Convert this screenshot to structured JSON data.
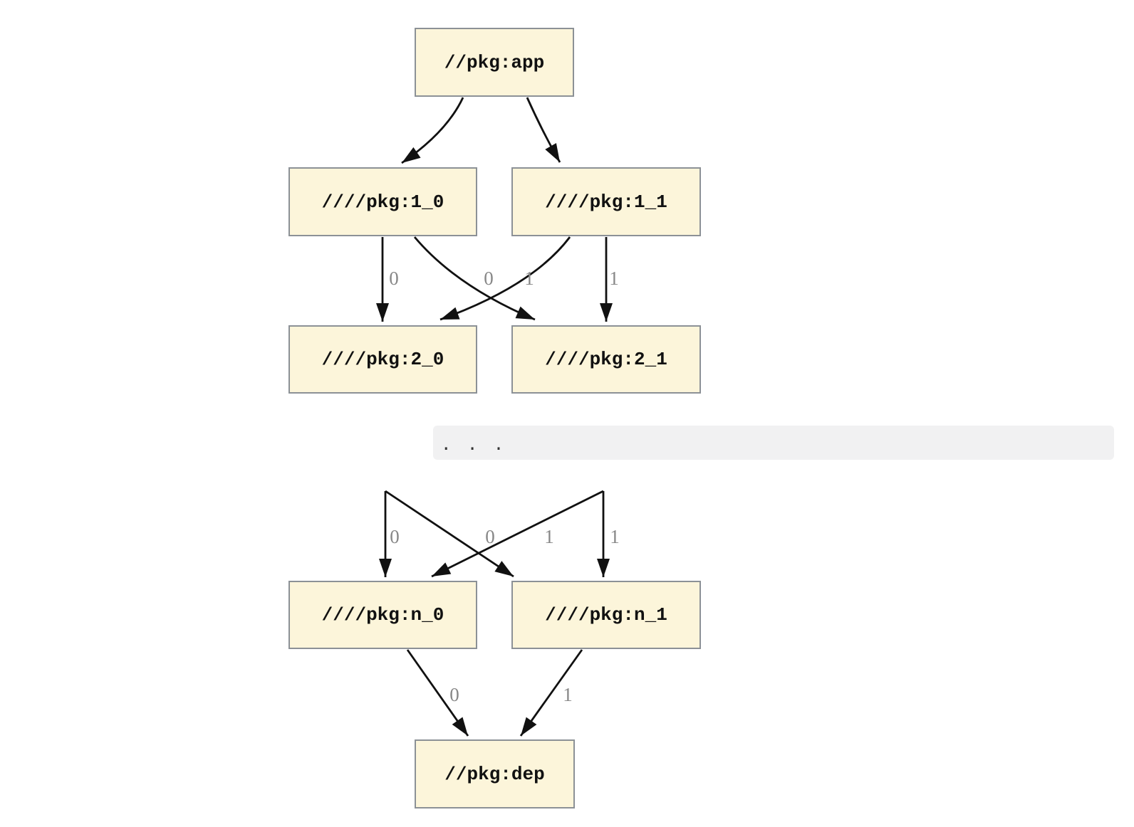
{
  "diagram": {
    "type": "dependency-graph",
    "nodes": [
      {
        "id": "app",
        "label": "//pkg:app"
      },
      {
        "id": "1_0",
        "label": "////pkg:1_0"
      },
      {
        "id": "1_1",
        "label": "////pkg:1_1"
      },
      {
        "id": "2_0",
        "label": "////pkg:2_0"
      },
      {
        "id": "2_1",
        "label": "////pkg:2_1"
      },
      {
        "id": "n_0",
        "label": "////pkg:n_0"
      },
      {
        "id": "n_1",
        "label": "////pkg:n_1"
      },
      {
        "id": "dep",
        "label": "//pkg:dep"
      }
    ],
    "separator": {
      "text": ". . ."
    },
    "edges": [
      {
        "from": "app",
        "to": "1_0",
        "label": ""
      },
      {
        "from": "app",
        "to": "1_1",
        "label": ""
      },
      {
        "from": "1_0",
        "to": "2_0",
        "label": "0"
      },
      {
        "from": "1_0",
        "to": "2_1",
        "label": "1"
      },
      {
        "from": "1_1",
        "to": "2_0",
        "label": "0"
      },
      {
        "from": "1_1",
        "to": "2_1",
        "label": "1"
      },
      {
        "from": "...",
        "to": "n_0",
        "label": "0"
      },
      {
        "from": "...",
        "to": "n_1",
        "label": "1"
      },
      {
        "from": "...",
        "to": "n_0",
        "label": "0"
      },
      {
        "from": "...",
        "to": "n_1",
        "label": "1"
      },
      {
        "from": "n_0",
        "to": "dep",
        "label": "0"
      },
      {
        "from": "n_1",
        "to": "dep",
        "label": "1"
      }
    ],
    "colors": {
      "node_fill": "#fcf5da",
      "node_border": "#8c9196",
      "edge": "#111111",
      "edge_label": "#878787",
      "separator_bg": "#f1f1f2",
      "separator_text": "#333333",
      "background": "#ffffff"
    }
  }
}
